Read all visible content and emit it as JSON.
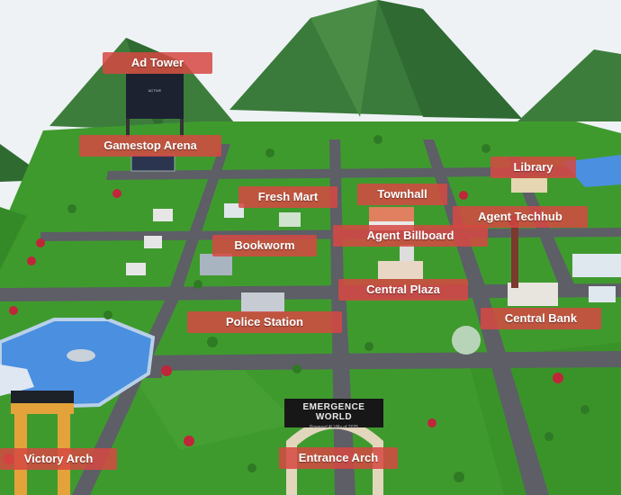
{
  "scene": {
    "sky_color": "#eef2f5",
    "grass_color": "#3f9a2e",
    "road_color": "#5d5e66",
    "mountain_color": "#3a7a3a",
    "water_color": "#4a8fe0",
    "label_color": "#d6483e"
  },
  "labels": {
    "ad_tower": "Ad Tower",
    "gamestop_arena": "Gamestop Arena",
    "fresh_mart": "Fresh Mart",
    "townhall": "Townhall",
    "library": "Library",
    "agent_techhub": "Agent Techhub",
    "bookworm": "Bookworm",
    "agent_billboard": "Agent Billboard",
    "central_plaza": "Central Plaza",
    "police_station": "Police Station",
    "central_bank": "Central Bank",
    "victory_arch": "Victory Arch",
    "entrance_arch": "Entrance Arch"
  },
  "entrance_sign": {
    "title": "EMERGENCE WORLD",
    "subtitle": "Powered Al Villa of 2025"
  },
  "ad_screen": {
    "text": "ACTIVE"
  }
}
